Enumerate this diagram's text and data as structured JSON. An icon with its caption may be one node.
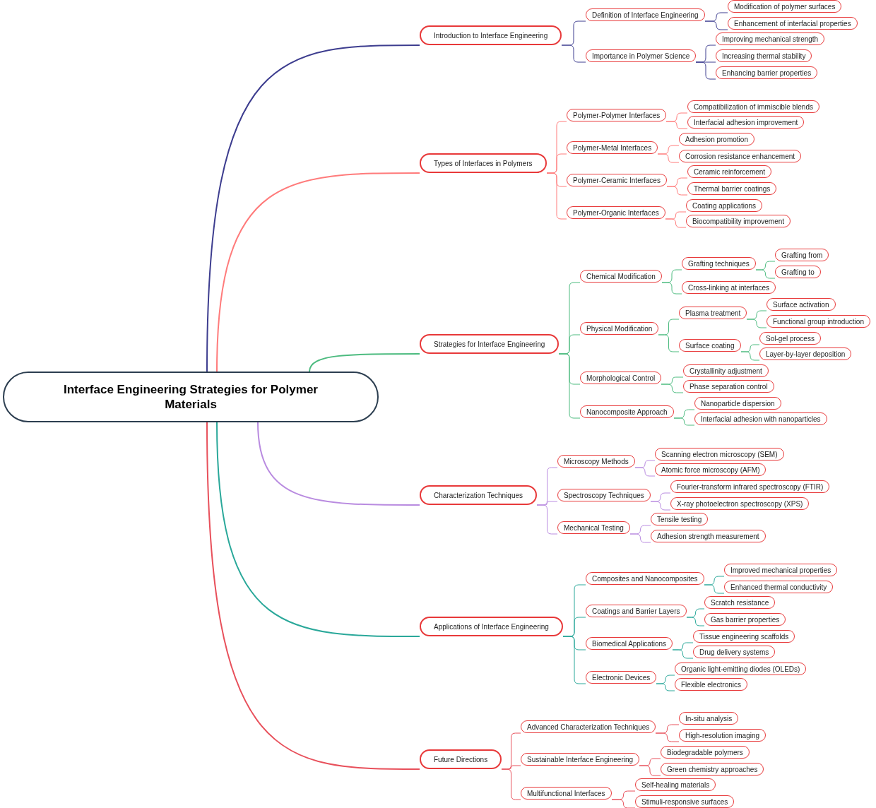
{
  "diagram": {
    "nodes": [
      {
        "text": [
          "Interface Engineering Strategies for Polymer Materials"
        ]
      },
      {
        "text": [
          "Introduction to Interface Engineering"
        ]
      },
      {
        "text": [
          "Definition of Interface Engineering"
        ]
      },
      {
        "text": [
          "Modification of polymer surfaces"
        ]
      },
      {
        "text": [
          "Enhancement of interfacial properties"
        ]
      },
      {
        "text": [
          "Importance in Polymer Science"
        ]
      },
      {
        "text": [
          "Improving mechanical strength"
        ]
      },
      {
        "text": [
          "Increasing thermal stability"
        ]
      },
      {
        "text": [
          "Enhancing barrier properties"
        ]
      },
      {
        "text": [
          "Types of Interfaces in Polymers"
        ]
      },
      {
        "text": [
          "Polymer-Polymer Interfaces"
        ]
      },
      {
        "text": [
          "Compatibilization of immiscible blends"
        ]
      },
      {
        "text": [
          "Interfacial adhesion improvement"
        ]
      },
      {
        "text": [
          "Polymer-Metal Interfaces"
        ]
      },
      {
        "text": [
          "Adhesion promotion"
        ]
      },
      {
        "text": [
          "Corrosion resistance enhancement"
        ]
      },
      {
        "text": [
          "Polymer-Ceramic Interfaces"
        ]
      },
      {
        "text": [
          "Ceramic reinforcement"
        ]
      },
      {
        "text": [
          "Thermal barrier coatings"
        ]
      },
      {
        "text": [
          "Polymer-Organic Interfaces"
        ]
      },
      {
        "text": [
          "Coating applications"
        ]
      },
      {
        "text": [
          "Biocompatibility improvement"
        ]
      },
      {
        "text": [
          "Strategies for Interface Engineering"
        ]
      },
      {
        "text": [
          "Chemical Modification"
        ]
      },
      {
        "text": [
          "Grafting techniques"
        ]
      },
      {
        "text": [
          "Grafting from"
        ]
      },
      {
        "text": [
          "Grafting to"
        ]
      },
      {
        "text": [
          "Cross-linking at interfaces"
        ]
      },
      {
        "text": [
          "Physical Modification"
        ]
      },
      {
        "text": [
          "Plasma treatment"
        ]
      },
      {
        "text": [
          "Surface activation"
        ]
      },
      {
        "text": [
          "Functional group introduction"
        ]
      },
      {
        "text": [
          "Surface coating"
        ]
      },
      {
        "text": [
          "Sol-gel process"
        ]
      },
      {
        "text": [
          "Layer-by-layer deposition"
        ]
      },
      {
        "text": [
          "Morphological Control"
        ]
      },
      {
        "text": [
          "Crystallinity adjustment"
        ]
      },
      {
        "text": [
          "Phase separation control"
        ]
      },
      {
        "text": [
          "Nanocomposite Approach"
        ]
      },
      {
        "text": [
          "Nanoparticle dispersion"
        ]
      },
      {
        "text": [
          "Interfacial adhesion with nanoparticles"
        ]
      },
      {
        "text": [
          "Characterization Techniques"
        ]
      },
      {
        "text": [
          "Microscopy Methods"
        ]
      },
      {
        "text": [
          "Scanning electron microscopy (SEM)"
        ]
      },
      {
        "text": [
          "Atomic force microscopy (AFM)"
        ]
      },
      {
        "text": [
          "Spectroscopy Techniques"
        ]
      },
      {
        "text": [
          "Fourier-transform infrared spectroscopy (FTIR)"
        ]
      },
      {
        "text": [
          "X-ray photoelectron spectroscopy (XPS)"
        ]
      },
      {
        "text": [
          "Mechanical Testing"
        ]
      },
      {
        "text": [
          "Tensile testing"
        ]
      },
      {
        "text": [
          "Adhesion strength measurement"
        ]
      },
      {
        "text": [
          "Applications of Interface Engineering"
        ]
      },
      {
        "text": [
          "Composites and Nanocomposites"
        ]
      },
      {
        "text": [
          "Improved mechanical properties"
        ]
      },
      {
        "text": [
          "Enhanced thermal conductivity"
        ]
      },
      {
        "text": [
          "Coatings and Barrier Layers"
        ]
      },
      {
        "text": [
          "Scratch resistance"
        ]
      },
      {
        "text": [
          "Gas barrier properties"
        ]
      },
      {
        "text": [
          "Biomedical Applications"
        ]
      },
      {
        "text": [
          "Tissue engineering scaffolds"
        ]
      },
      {
        "text": [
          "Drug delivery systems"
        ]
      },
      {
        "text": [
          "Electronic Devices"
        ]
      },
      {
        "text": [
          "Organic light-emitting diodes (OLEDs)"
        ]
      },
      {
        "text": [
          "Flexible electronics"
        ]
      },
      {
        "text": [
          "Future Directions"
        ]
      },
      {
        "text": [
          "Advanced Characterization Techniques"
        ]
      },
      {
        "text": [
          "In-situ analysis"
        ]
      },
      {
        "text": [
          "High-resolution imaging"
        ]
      },
      {
        "text": [
          "Sustainable Interface Engineering"
        ]
      },
      {
        "text": [
          "Biodegradable polymers"
        ]
      },
      {
        "text": [
          "Green chemistry approaches"
        ]
      },
      {
        "text": [
          "Multifunctional Interfaces"
        ]
      },
      {
        "text": [
          "Self-healing materials"
        ]
      },
      {
        "text": [
          "Stimuli-responsive surfaces"
        ]
      }
    ],
    "edges": [
      {
        "from": 0,
        "to": 1,
        "arrow": "none",
        "color": "#3d3d8f"
      },
      {
        "from": 1,
        "to": 2,
        "arrow": "none",
        "color": "#3d3d8f"
      },
      {
        "from": 2,
        "to": 3,
        "arrow": "none",
        "color": "#3d3d8f"
      },
      {
        "from": 2,
        "to": 4,
        "arrow": "none",
        "color": "#3d3d8f"
      },
      {
        "from": 1,
        "to": 5,
        "arrow": "none",
        "color": "#3d3d8f"
      },
      {
        "from": 5,
        "to": 6,
        "arrow": "none",
        "color": "#3d3d8f"
      },
      {
        "from": 5,
        "to": 7,
        "arrow": "none",
        "color": "#3d3d8f"
      },
      {
        "from": 5,
        "to": 8,
        "arrow": "none",
        "color": "#3d3d8f"
      },
      {
        "from": 0,
        "to": 9,
        "arrow": "none",
        "color": "#ff7b7b"
      },
      {
        "from": 9,
        "to": 10,
        "arrow": "none",
        "color": "#ff7b7b"
      },
      {
        "from": 10,
        "to": 11,
        "arrow": "none",
        "color": "#ff7b7b"
      },
      {
        "from": 10,
        "to": 12,
        "arrow": "none",
        "color": "#ff7b7b"
      },
      {
        "from": 9,
        "to": 13,
        "arrow": "none",
        "color": "#ff7b7b"
      },
      {
        "from": 13,
        "to": 14,
        "arrow": "none",
        "color": "#ff7b7b"
      },
      {
        "from": 13,
        "to": 15,
        "arrow": "none",
        "color": "#ff7b7b"
      },
      {
        "from": 9,
        "to": 16,
        "arrow": "none",
        "color": "#ff7b7b"
      },
      {
        "from": 16,
        "to": 17,
        "arrow": "none",
        "color": "#ff7b7b"
      },
      {
        "from": 16,
        "to": 18,
        "arrow": "none",
        "color": "#ff7b7b"
      },
      {
        "from": 9,
        "to": 19,
        "arrow": "none",
        "color": "#ff7b7b"
      },
      {
        "from": 19,
        "to": 20,
        "arrow": "none",
        "color": "#ff7b7b"
      },
      {
        "from": 19,
        "to": 21,
        "arrow": "none",
        "color": "#ff7b7b"
      },
      {
        "from": 0,
        "to": 22,
        "arrow": "none",
        "color": "#4cbb7f"
      },
      {
        "from": 22,
        "to": 23,
        "arrow": "none",
        "color": "#4cbb7f"
      },
      {
        "from": 23,
        "to": 24,
        "arrow": "none",
        "color": "#4cbb7f"
      },
      {
        "from": 24,
        "to": 25,
        "arrow": "none",
        "color": "#4cbb7f"
      },
      {
        "from": 24,
        "to": 26,
        "arrow": "none",
        "color": "#4cbb7f"
      },
      {
        "from": 23,
        "to": 27,
        "arrow": "none",
        "color": "#4cbb7f"
      },
      {
        "from": 22,
        "to": 28,
        "arrow": "none",
        "color": "#4cbb7f"
      },
      {
        "from": 28,
        "to": 29,
        "arrow": "none",
        "color": "#4cbb7f"
      },
      {
        "from": 29,
        "to": 30,
        "arrow": "none",
        "color": "#4cbb7f"
      },
      {
        "from": 29,
        "to": 31,
        "arrow": "none",
        "color": "#4cbb7f"
      },
      {
        "from": 28,
        "to": 32,
        "arrow": "none",
        "color": "#4cbb7f"
      },
      {
        "from": 32,
        "to": 33,
        "arrow": "none",
        "color": "#4cbb7f"
      },
      {
        "from": 32,
        "to": 34,
        "arrow": "none",
        "color": "#4cbb7f"
      },
      {
        "from": 22,
        "to": 35,
        "arrow": "none",
        "color": "#4cbb7f"
      },
      {
        "from": 35,
        "to": 36,
        "arrow": "none",
        "color": "#4cbb7f"
      },
      {
        "from": 35,
        "to": 37,
        "arrow": "none",
        "color": "#4cbb7f"
      },
      {
        "from": 22,
        "to": 38,
        "arrow": "none",
        "color": "#4cbb7f"
      },
      {
        "from": 38,
        "to": 39,
        "arrow": "none",
        "color": "#4cbb7f"
      },
      {
        "from": 38,
        "to": 40,
        "arrow": "none",
        "color": "#4cbb7f"
      },
      {
        "from": 0,
        "to": 41,
        "arrow": "none",
        "color": "#b98be0"
      },
      {
        "from": 41,
        "to": 42,
        "arrow": "none",
        "color": "#b98be0"
      },
      {
        "from": 42,
        "to": 43,
        "arrow": "none",
        "color": "#b98be0"
      },
      {
        "from": 42,
        "to": 44,
        "arrow": "none",
        "color": "#b98be0"
      },
      {
        "from": 41,
        "to": 45,
        "arrow": "none",
        "color": "#b98be0"
      },
      {
        "from": 45,
        "to": 46,
        "arrow": "none",
        "color": "#b98be0"
      },
      {
        "from": 45,
        "to": 47,
        "arrow": "none",
        "color": "#b98be0"
      },
      {
        "from": 41,
        "to": 48,
        "arrow": "none",
        "color": "#b98be0"
      },
      {
        "from": 48,
        "to": 49,
        "arrow": "none",
        "color": "#b98be0"
      },
      {
        "from": 48,
        "to": 50,
        "arrow": "none",
        "color": "#b98be0"
      },
      {
        "from": 0,
        "to": 51,
        "arrow": "none",
        "color": "#2aa89a"
      },
      {
        "from": 51,
        "to": 52,
        "arrow": "none",
        "color": "#2aa89a"
      },
      {
        "from": 52,
        "to": 53,
        "arrow": "none",
        "color": "#2aa89a"
      },
      {
        "from": 52,
        "to": 54,
        "arrow": "none",
        "color": "#2aa89a"
      },
      {
        "from": 51,
        "to": 55,
        "arrow": "none",
        "color": "#2aa89a"
      },
      {
        "from": 55,
        "to": 56,
        "arrow": "none",
        "color": "#2aa89a"
      },
      {
        "from": 55,
        "to": 57,
        "arrow": "none",
        "color": "#2aa89a"
      },
      {
        "from": 51,
        "to": 58,
        "arrow": "none",
        "color": "#2aa89a"
      },
      {
        "from": 58,
        "to": 59,
        "arrow": "none",
        "color": "#2aa89a"
      },
      {
        "from": 58,
        "to": 60,
        "arrow": "none",
        "color": "#2aa89a"
      },
      {
        "from": 51,
        "to": 61,
        "arrow": "none",
        "color": "#2aa89a"
      },
      {
        "from": 61,
        "to": 62,
        "arrow": "none",
        "color": "#2aa89a"
      },
      {
        "from": 61,
        "to": 63,
        "arrow": "none",
        "color": "#2aa89a"
      },
      {
        "from": 0,
        "to": 64,
        "arrow": "none",
        "color": "#e8505b"
      },
      {
        "from": 64,
        "to": 65,
        "arrow": "none",
        "color": "#e8505b"
      },
      {
        "from": 65,
        "to": 66,
        "arrow": "none",
        "color": "#e8505b"
      },
      {
        "from": 65,
        "to": 67,
        "arrow": "none",
        "color": "#e8505b"
      },
      {
        "from": 64,
        "to": 68,
        "arrow": "none",
        "color": "#e8505b"
      },
      {
        "from": 68,
        "to": 69,
        "arrow": "none",
        "color": "#e8505b"
      },
      {
        "from": 68,
        "to": 70,
        "arrow": "none",
        "color": "#e8505b"
      },
      {
        "from": 64,
        "to": 71,
        "arrow": "none",
        "color": "#e8505b"
      },
      {
        "from": 71,
        "to": 72,
        "arrow": "none",
        "color": "#e8505b"
      },
      {
        "from": 71,
        "to": 73,
        "arrow": "none",
        "color": "#e8505b"
      }
    ]
  }
}
